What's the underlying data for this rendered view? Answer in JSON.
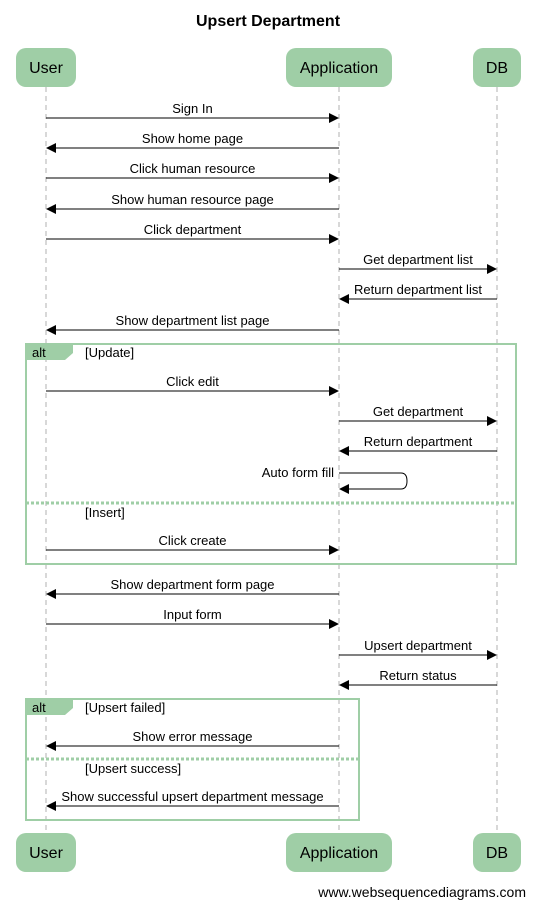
{
  "title": "Upsert Department",
  "footer": "www.websequencediagrams.com",
  "colors": {
    "actor_fill": "#9fcea6",
    "frame_stroke": "#9fcea6",
    "line": "#000000",
    "lifeline": "#b0b0b0"
  },
  "participants": [
    {
      "id": "user",
      "label": "User"
    },
    {
      "id": "app",
      "label": "Application"
    },
    {
      "id": "db",
      "label": "DB"
    }
  ],
  "messages": [
    {
      "from": "user",
      "to": "app",
      "text": "Sign In"
    },
    {
      "from": "app",
      "to": "user",
      "text": "Show home page"
    },
    {
      "from": "user",
      "to": "app",
      "text": "Click human resource"
    },
    {
      "from": "app",
      "to": "user",
      "text": "Show human resource page"
    },
    {
      "from": "user",
      "to": "app",
      "text": "Click department"
    },
    {
      "from": "app",
      "to": "db",
      "text": "Get department list"
    },
    {
      "from": "db",
      "to": "app",
      "text": "Return department list"
    },
    {
      "from": "app",
      "to": "user",
      "text": "Show department list page"
    },
    {
      "from": "user",
      "to": "app",
      "text": "Click edit"
    },
    {
      "from": "app",
      "to": "db",
      "text": "Get department"
    },
    {
      "from": "db",
      "to": "app",
      "text": "Return department"
    },
    {
      "from": "app",
      "to": "app",
      "text": "Auto form fill"
    },
    {
      "from": "user",
      "to": "app",
      "text": "Click create"
    },
    {
      "from": "app",
      "to": "user",
      "text": "Show department form page"
    },
    {
      "from": "user",
      "to": "app",
      "text": "Input form"
    },
    {
      "from": "app",
      "to": "db",
      "text": "Upsert department"
    },
    {
      "from": "db",
      "to": "app",
      "text": "Return status"
    },
    {
      "from": "app",
      "to": "user",
      "text": "Show error message"
    },
    {
      "from": "app",
      "to": "user",
      "text": "Show successful upsert department message"
    }
  ],
  "frames": [
    {
      "keyword": "alt",
      "conditions": [
        "[Update]",
        "[Insert]"
      ]
    },
    {
      "keyword": "alt",
      "conditions": [
        "[Upsert failed]",
        "[Upsert success]"
      ]
    }
  ]
}
